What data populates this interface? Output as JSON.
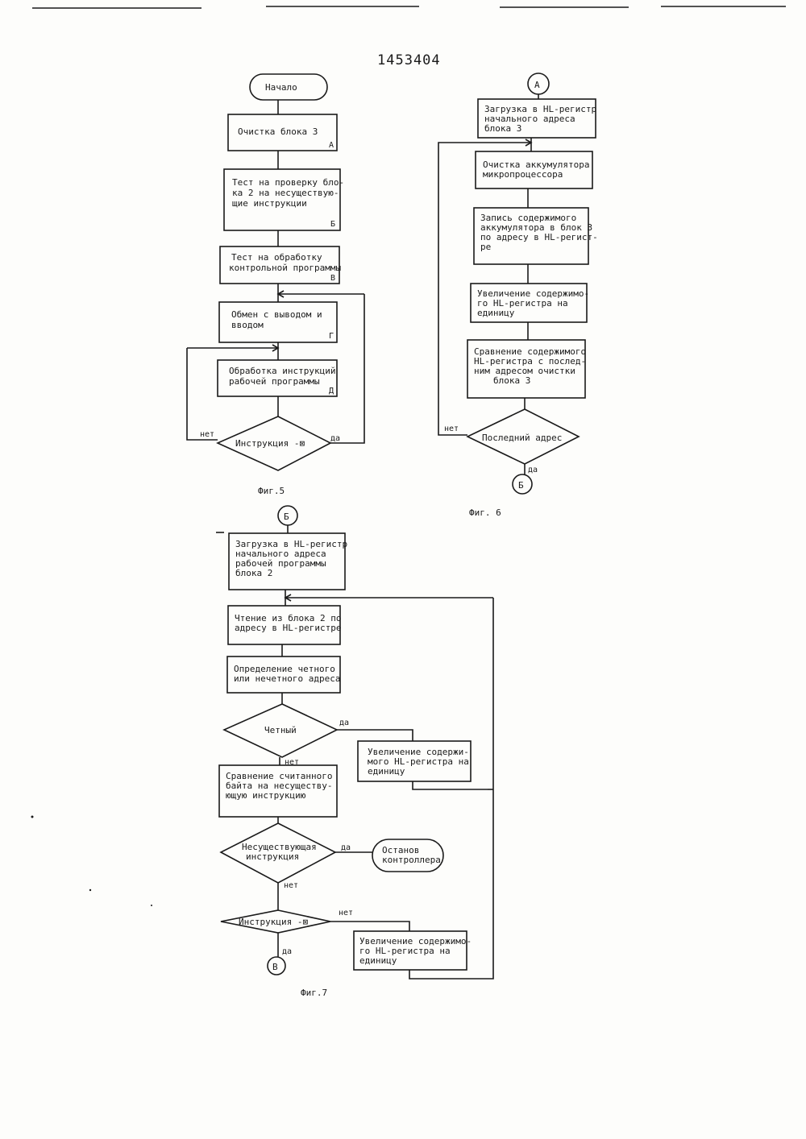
{
  "document": {
    "number": "1453404"
  },
  "fig5": {
    "caption": "Фиг.5",
    "start": "Начало",
    "b1": {
      "lines": [
        "Очистка блока 3"
      ],
      "tag": "А"
    },
    "b2": {
      "lines": [
        "Тест на проверку бло-",
        "ка 2 на несуществую-",
        "щие инструкции"
      ],
      "tag": "Б"
    },
    "b3": {
      "lines": [
        "Тест на обработку",
        "контрольной программы"
      ],
      "tag": "В"
    },
    "b4": {
      "lines": [
        "Обмен с выводом и",
        "вводом"
      ],
      "tag": "Г"
    },
    "b5": {
      "lines": [
        "Обработка инструкций",
        "рабочей программы"
      ],
      "tag": "Д"
    },
    "decision": "Инструкция -⊠",
    "no": "нет",
    "yes": "да"
  },
  "fig6": {
    "caption": "Фиг. 6",
    "connector_top": "А",
    "connector_bottom": "Б",
    "b1": [
      "Загрузка в HL-регистр",
      "начального адреса",
      "блока 3"
    ],
    "b2": [
      "Очистка аккумулятора",
      "микропроцессора"
    ],
    "b3": [
      "Запись содержимого",
      "аккумулятора в блок 3",
      "по адресу в HL-регист-",
      "ре"
    ],
    "b4": [
      "Увеличение содержимо-",
      "го HL-регистра на",
      "единицу"
    ],
    "b5": [
      "Сравнение содержимого",
      "HL-регистра с послед-",
      "ним адресом очистки",
      "блока 3"
    ],
    "decision": "Последний адрес",
    "no": "нет",
    "yes": "да"
  },
  "fig7": {
    "caption": "Фиг.7",
    "connector_top": "Б",
    "connector_bottom": "В",
    "b1": [
      "Загрузка в HL-регистр",
      "начального адреса",
      "рабочей программы",
      "блока 2"
    ],
    "b2": [
      "Чтение из блока 2 по",
      "адресу в HL-регистре"
    ],
    "b3": [
      "Определение четного",
      "или нечетного адреса"
    ],
    "d1": "Четный",
    "d1_yes": "да",
    "d1_no": "нет",
    "side1": [
      "Увеличение содержи-",
      "мого HL-регистра на",
      "единицу"
    ],
    "b4": [
      "Сравнение считанного",
      "байта на несуществу-",
      "ющую инструкцию"
    ],
    "d2": [
      "Несуществующая",
      "инструкция"
    ],
    "d2_yes": "да",
    "d2_no": "нет",
    "stop": [
      "Останов",
      "контроллера"
    ],
    "d3": "Инструкция -⊠",
    "d3_no": "нет",
    "d3_yes": "да",
    "side2": [
      "Увеличение содержимо-",
      "го HL-регистра на",
      "единицу"
    ]
  }
}
